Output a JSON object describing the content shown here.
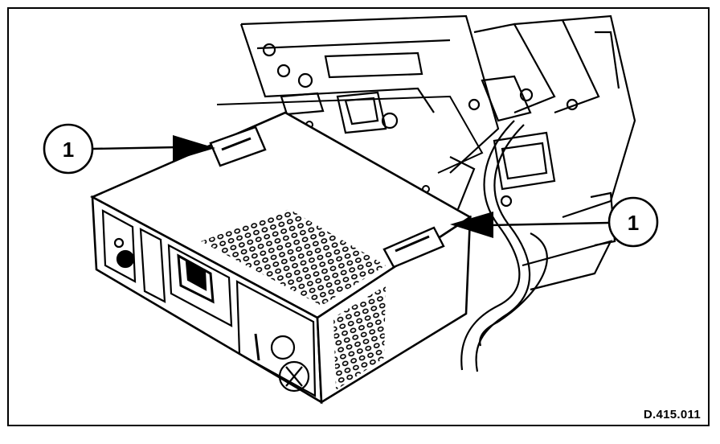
{
  "figure": {
    "reference_code": "D.415.011",
    "callouts": [
      {
        "label": "1"
      },
      {
        "label": "1"
      }
    ],
    "colors": {
      "ink": "#000000",
      "paper": "#ffffff"
    }
  }
}
